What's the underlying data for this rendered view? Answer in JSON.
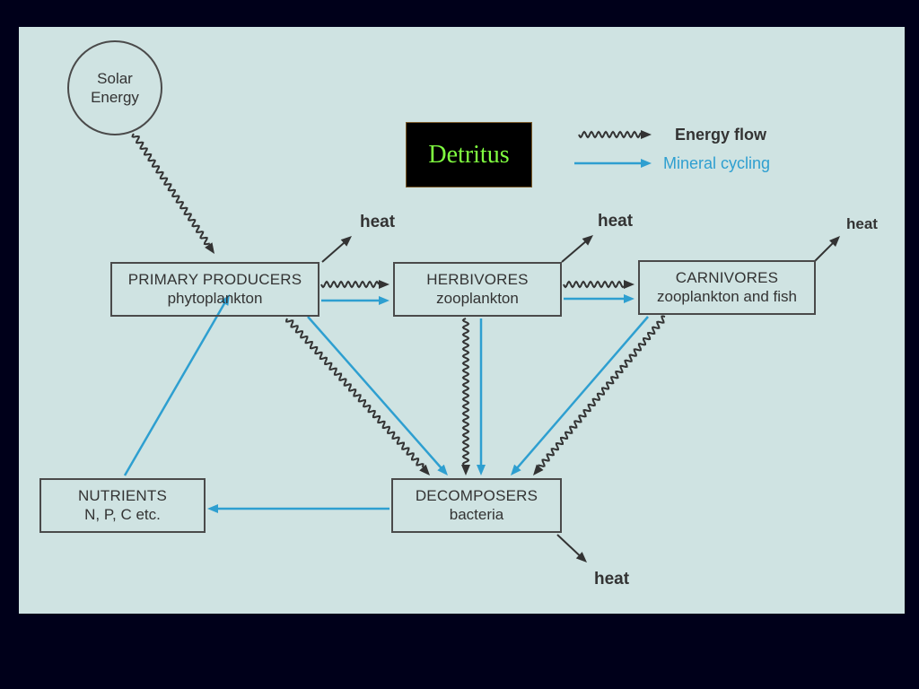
{
  "nodes": {
    "solar": {
      "line1": "Solar",
      "line2": "Energy"
    },
    "producers": {
      "title": "PRIMARY PRODUCERS",
      "subtitle": "phytoplankton"
    },
    "herbivores": {
      "title": "HERBIVORES",
      "subtitle": "zooplankton"
    },
    "carnivores": {
      "title": "CARNIVORES",
      "subtitle": "zooplankton and fish"
    },
    "decomposers": {
      "title": "DECOMPOSERS",
      "subtitle": "bacteria"
    },
    "nutrients": {
      "title": "NUTRIENTS",
      "subtitle": "N, P, C etc."
    }
  },
  "heat_labels": [
    "heat",
    "heat",
    "heat",
    "heat"
  ],
  "detritus": "Detritus",
  "legend": {
    "energy_flow": "Energy flow",
    "mineral_cycling": "Mineral cycling"
  },
  "colors": {
    "energy_arrow": "#333333",
    "mineral_arrow": "#2e9fd0",
    "detritus_text": "#80ff40",
    "panel_bg": "#cfe3e2",
    "frame_bg": "#00001a"
  }
}
